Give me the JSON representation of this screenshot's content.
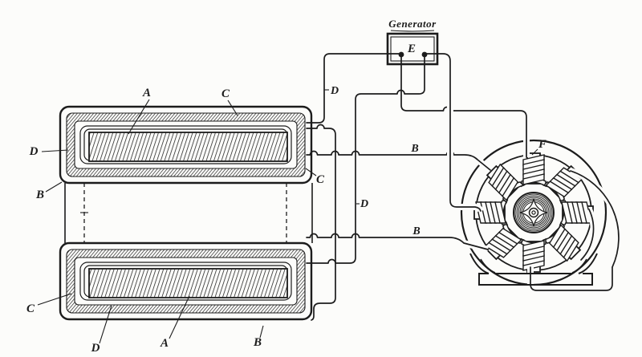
{
  "figure": {
    "kind": "patent-style electrical system engraving",
    "ink_color": "#1c1c1c",
    "paper_color": "#fcfcfa"
  },
  "generator": {
    "title": "Generator",
    "letter": "E",
    "terminals": 2
  },
  "motor": {
    "letter": "F",
    "pole_count": 8
  },
  "coil_annotations": {
    "core": "A",
    "case": "B",
    "winding_c": "C",
    "winding_d": "D"
  },
  "wire_annotations": {
    "line_to_motor": "B",
    "line_from_generator": "D"
  }
}
